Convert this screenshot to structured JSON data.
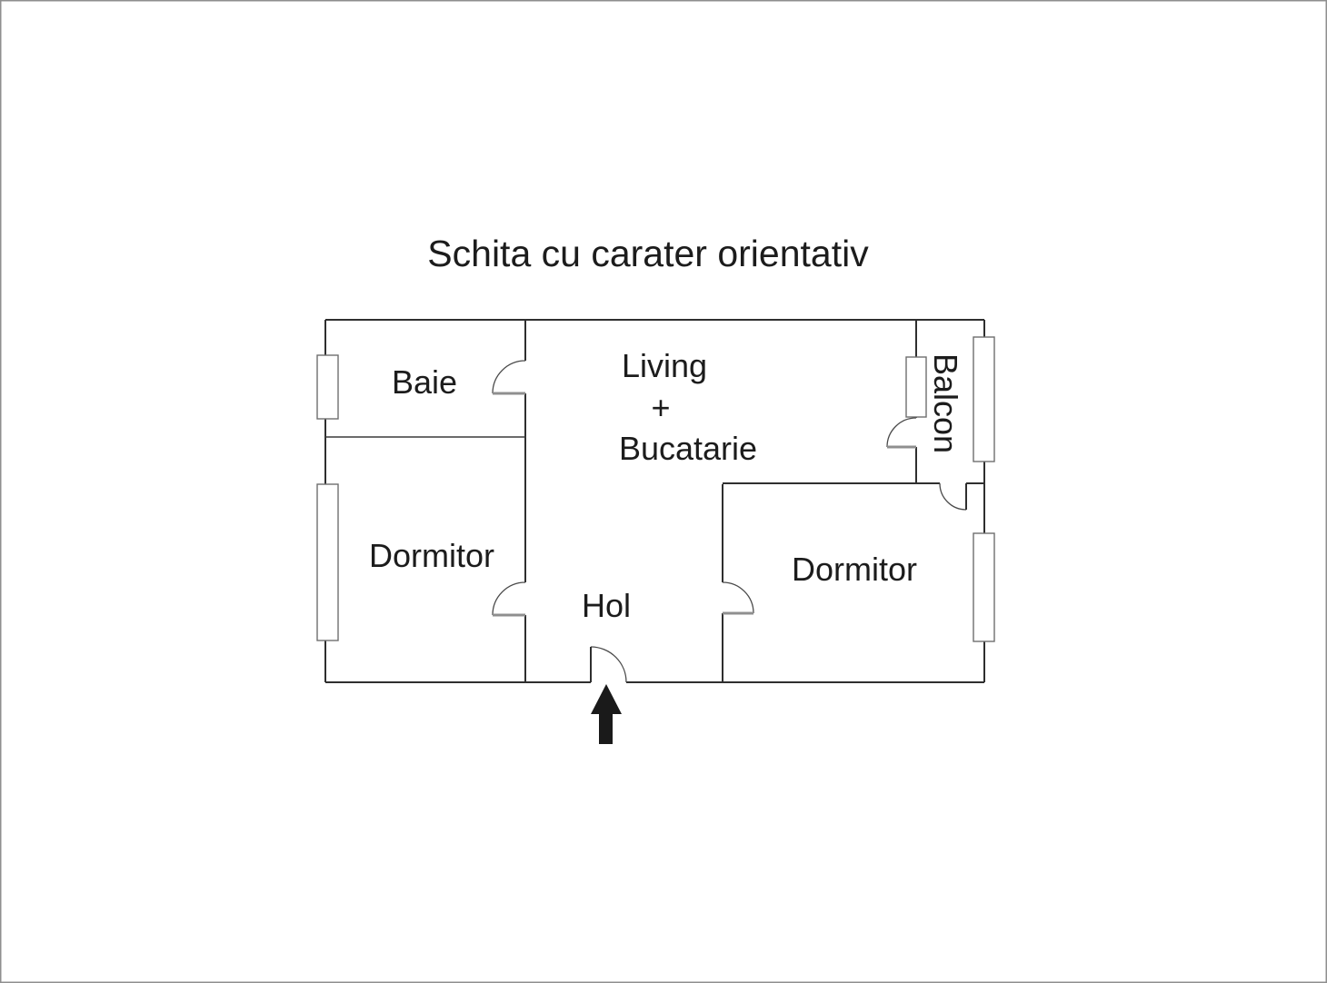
{
  "page": {
    "background": "#ffffff",
    "border_color": "#8f8f8f"
  },
  "title": "Schita cu carater orientativ",
  "plan": {
    "colors": {
      "wall": "#2f2f2f",
      "door_leaf_gray": "#8f8f8f",
      "window_outline": "#6e6e6e",
      "arrow": "#1a1a1a",
      "label_text": "#1c1c1c"
    },
    "rooms": {
      "baie": {
        "label": "Baie"
      },
      "dormitor_left": {
        "label": "Dormitor"
      },
      "living_bucatarie": {
        "line1": "Living",
        "line2": "+",
        "line3": "Bucatarie"
      },
      "hol": {
        "label": "Hol"
      },
      "dormitor_right": {
        "label": "Dormitor"
      },
      "balcon": {
        "label": "Balcon"
      }
    },
    "entrance": {
      "symbol": "up-arrow"
    }
  }
}
